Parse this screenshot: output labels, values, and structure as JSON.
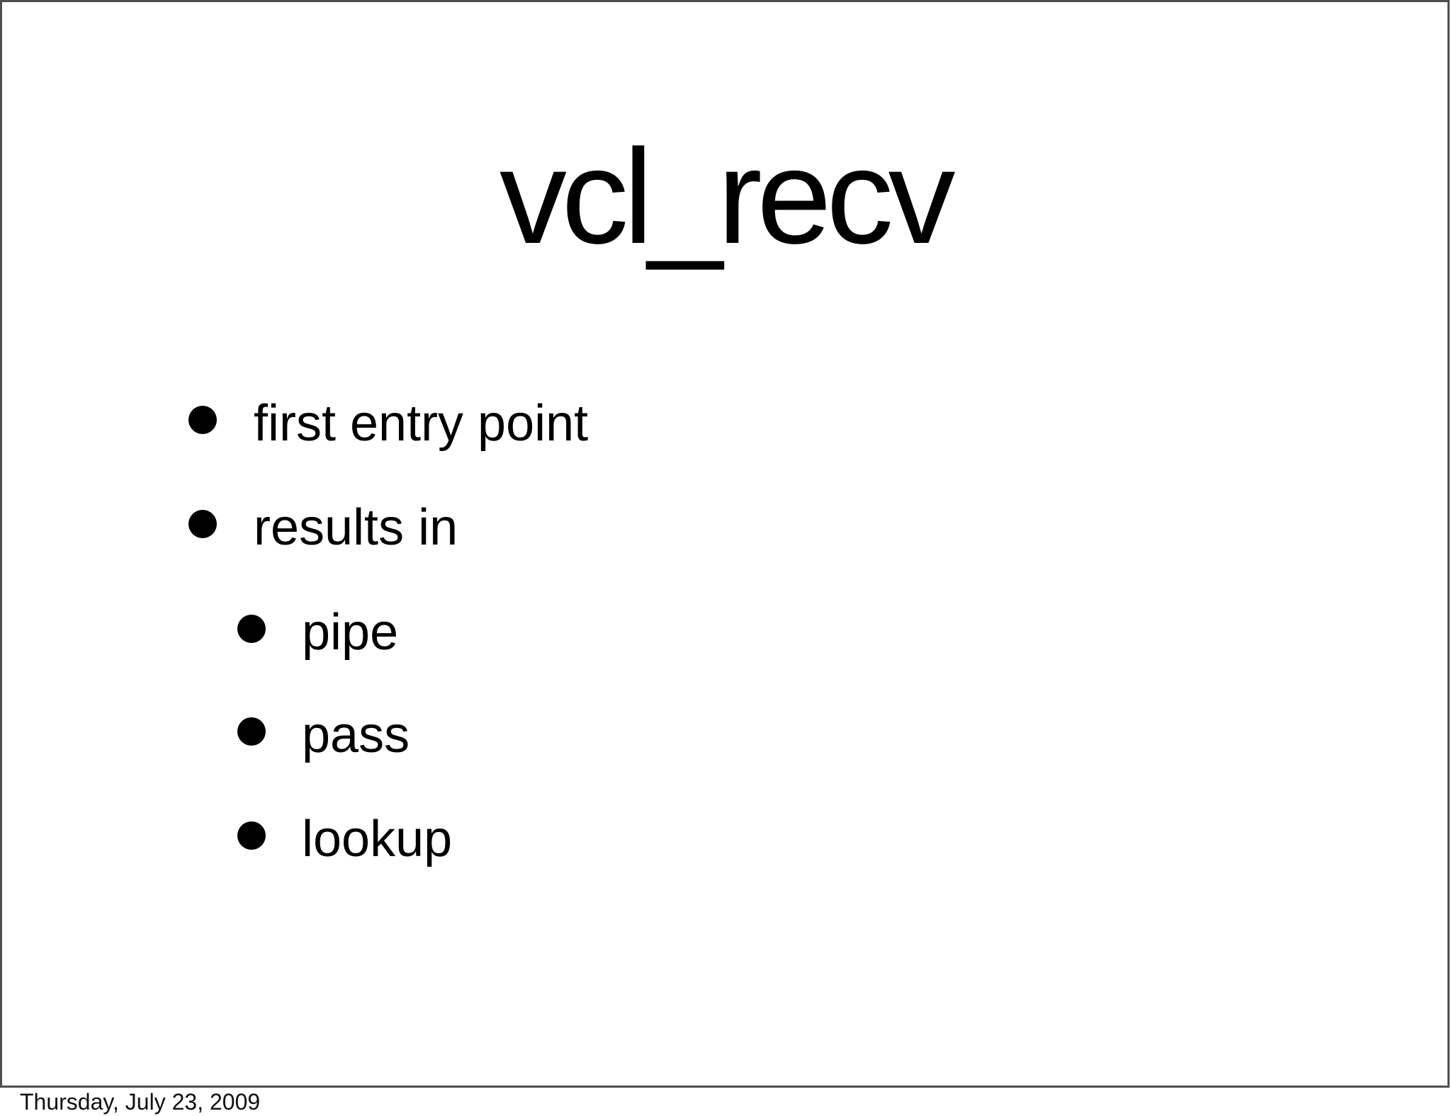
{
  "slide": {
    "title": "vcl_recv",
    "bullets": [
      {
        "text": "first entry point",
        "children": []
      },
      {
        "text": "results in",
        "children": [
          {
            "text": "pipe"
          },
          {
            "text": "pass"
          },
          {
            "text": "lookup"
          }
        ]
      }
    ]
  },
  "footer": {
    "date": "Thursday, July 23, 2009"
  },
  "colors": {
    "background": "#ffffff",
    "frame_border": "#4e4e4e",
    "text": "#000000"
  }
}
